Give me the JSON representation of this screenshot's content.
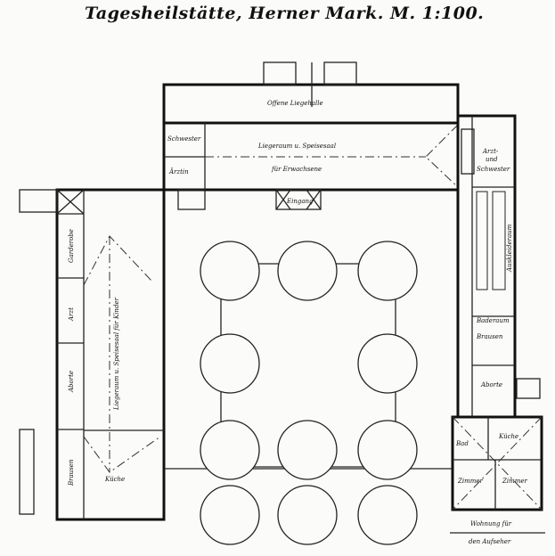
{
  "title": "Tagesheilstätte, Herner Mark.  M. 1:100.",
  "rooms": {
    "open_hall": "Offene Liegehalle",
    "adult_hall_1": "Liegeraum u. Speisesaal",
    "adult_hall_2": "für Erwachsene",
    "nurse": "Schwester",
    "doctor_top": "Ärztin",
    "entrance": "Eingang",
    "wardrobe": "Garderobe",
    "doctor": "Arzt",
    "toilets": "Aborte",
    "kids_hall": "Liegeraum u. Speisesaal für Kinder",
    "showers": "Brausen",
    "kitchen": "Küche",
    "doctor_nurse_1": "Arzt-",
    "doctor_nurse_2": "und",
    "doctor_nurse_3": "Schwester",
    "undressing": "Auskleideraum",
    "bath_1": "Baderaum",
    "bath_2": "Brausen",
    "toilets_right": "Aborte",
    "bath": "Bad",
    "kitchen_right": "Küche",
    "room_1": "Zimmer",
    "room_2": "Zimmer",
    "flat_1": "Wohnung für",
    "flat_2": "den Aufseher"
  }
}
